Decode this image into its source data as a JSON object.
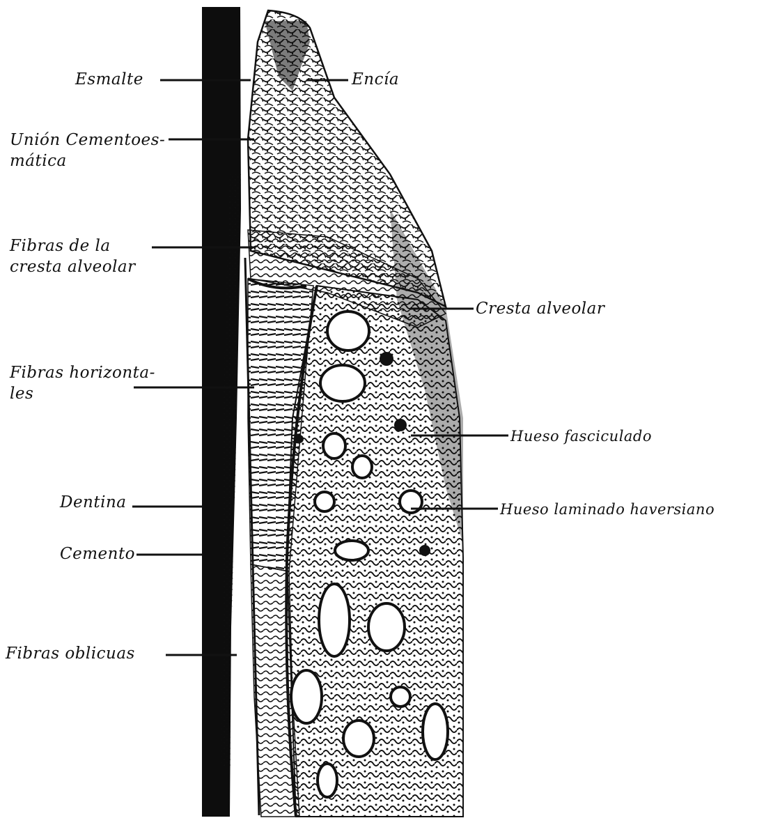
{
  "diagram": {
    "colors": {
      "ink": "#111111",
      "paper": "#ffffff"
    },
    "labels_left": [
      {
        "id": "esmalte",
        "lines": [
          "Esmalte"
        ]
      },
      {
        "id": "union",
        "lines": [
          "Unión Cementoes-",
          "mática"
        ]
      },
      {
        "id": "fibras-cresta",
        "lines": [
          "Fibras de la",
          "cresta alveolar"
        ]
      },
      {
        "id": "fibras-horizontales",
        "lines": [
          "Fibras horizonta-",
          "les"
        ]
      },
      {
        "id": "dentina",
        "lines": [
          "Dentina"
        ]
      },
      {
        "id": "cemento",
        "lines": [
          "Cemento"
        ]
      },
      {
        "id": "fibras-oblicuas",
        "lines": [
          "Fibras oblicuas"
        ]
      }
    ],
    "labels_right": [
      {
        "id": "encia",
        "lines": [
          "Encía"
        ]
      },
      {
        "id": "cresta-alveolar",
        "lines": [
          "Cresta alveolar"
        ]
      },
      {
        "id": "hueso-fasciculado",
        "lines": [
          "Hueso fasciculado"
        ]
      },
      {
        "id": "hueso-laminado",
        "lines": [
          "Hueso laminado haversiano"
        ]
      }
    ]
  }
}
